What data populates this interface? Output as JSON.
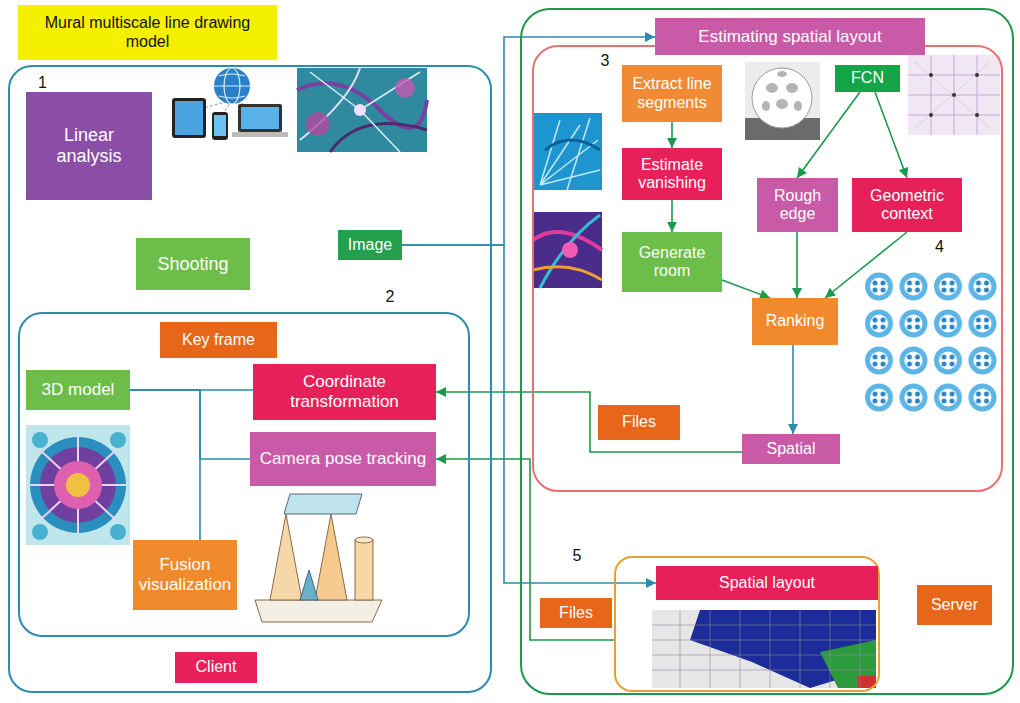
{
  "diagram": {
    "title": "Mural multiscale line drawing model",
    "nodes": [
      {
        "text": [
          "Client"
        ]
      },
      {
        "text": [
          "Linear analysis"
        ],
        "in": 0
      },
      {
        "text": [
          "Shooting"
        ],
        "in": 0
      },
      {
        "text": [
          "Image"
        ],
        "in": 0
      },
      {
        "text": [
          "2"
        ],
        "in": 0
      },
      {
        "text": [
          "Key frame"
        ],
        "in": 4
      },
      {
        "text": [
          "3D model"
        ],
        "in": 4
      },
      {
        "text": [
          "Coordinate transformation"
        ],
        "in": 4
      },
      {
        "text": [
          "Camera pose tracking"
        ],
        "in": 4
      },
      {
        "text": [
          "Fusion visualization"
        ],
        "in": 4
      },
      {
        "text": [
          "Server"
        ]
      },
      {
        "text": [
          "3"
        ],
        "in": 10
      },
      {
        "text": [
          "Estimating spatial layout"
        ],
        "in": 11
      },
      {
        "text": [
          "Extract line segments"
        ],
        "in": 11
      },
      {
        "text": [
          "FCN"
        ],
        "in": 11
      },
      {
        "text": [
          "Estimate vanishing"
        ],
        "in": 11
      },
      {
        "text": [
          "Rough edge"
        ],
        "in": 11
      },
      {
        "text": [
          "Geometric context"
        ],
        "in": 11
      },
      {
        "text": [
          "Generate room"
        ],
        "in": 11
      },
      {
        "text": [
          "Ranking"
        ],
        "in": 11
      },
      {
        "text": [
          "Files"
        ],
        "in": 11
      },
      {
        "text": [
          "Spatial"
        ],
        "in": 11
      },
      {
        "text": [
          "5"
        ],
        "in": 10
      },
      {
        "text": [
          "Spatial layout"
        ],
        "in": 22
      },
      {
        "text": [
          "Files"
        ],
        "in": 10
      }
    ],
    "edges": [
      {
        "from": 3,
        "to": 12,
        "arrow": "to"
      },
      {
        "from": 3,
        "to": 23,
        "arrow": "to"
      },
      {
        "from": 22,
        "to": 8,
        "arrow": "to"
      },
      {
        "from": 21,
        "to": 7,
        "arrow": "to"
      },
      {
        "from": 13,
        "to": 15,
        "arrow": "to"
      },
      {
        "from": 15,
        "to": 18,
        "arrow": "to"
      },
      {
        "from": 14,
        "to": 16,
        "arrow": "to"
      },
      {
        "from": 14,
        "to": 17,
        "arrow": "to"
      },
      {
        "from": 18,
        "to": 19,
        "arrow": "to"
      },
      {
        "from": 16,
        "to": 19,
        "arrow": "to"
      },
      {
        "from": 17,
        "to": 19,
        "arrow": "to"
      },
      {
        "from": 19,
        "to": 21,
        "arrow": "to"
      },
      {
        "from": 6,
        "to": 7,
        "arrow": "none"
      },
      {
        "from": 6,
        "to": 8,
        "arrow": "none"
      },
      {
        "from": 6,
        "to": 9,
        "arrow": "none"
      }
    ],
    "labels": [
      "1",
      "4"
    ]
  }
}
